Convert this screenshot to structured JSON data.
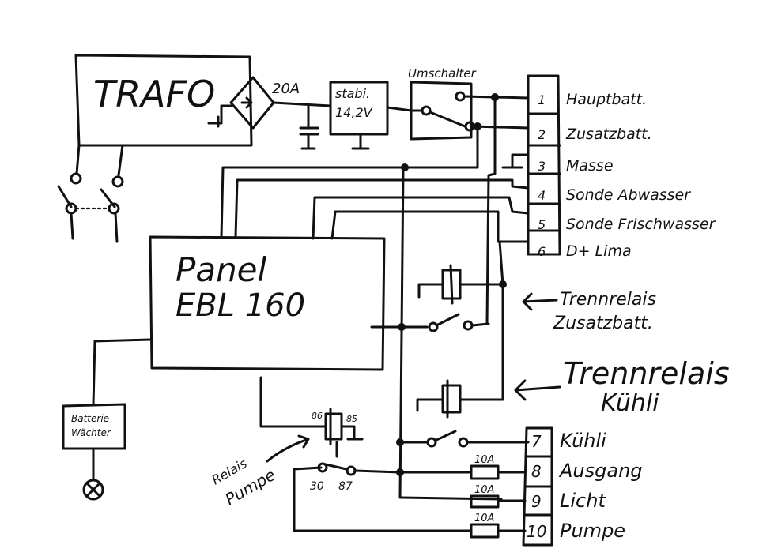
{
  "blocks": {
    "trafo": "TRAFO",
    "stabi_line1": "stabi.",
    "stabi_line2": "14,2V",
    "umschalter": "Umschalter",
    "panel_line1": "Panel",
    "panel_line2": "EBL 160",
    "batterie_line1": "Batterie",
    "batterie_line2": "Wächter"
  },
  "fuse_rectifier": "20A",
  "terminals_top": [
    {
      "num": "1",
      "label": "Hauptbatt."
    },
    {
      "num": "2",
      "label": "Zusatzbatt."
    },
    {
      "num": "3",
      "label": "Masse"
    },
    {
      "num": "4",
      "label": "Sonde Abwasser"
    },
    {
      "num": "5",
      "label": "Sonde Frischwasser"
    },
    {
      "num": "6",
      "label": "D+ Lima"
    }
  ],
  "terminals_bottom": [
    {
      "num": "7",
      "label": "Kühli",
      "fuse": ""
    },
    {
      "num": "8",
      "label": "Ausgang",
      "fuse": "10A"
    },
    {
      "num": "9",
      "label": "Licht",
      "fuse": "10A"
    },
    {
      "num": "10",
      "label": "Pumpe",
      "fuse": "10A"
    }
  ],
  "relay_pumpe": {
    "pin86": "86",
    "pin85": "85",
    "pin30": "30",
    "pin87": "87",
    "label_line1": "Relais",
    "label_line2": "Pumpe"
  },
  "annotations": {
    "trennrelais_zusatz_line1": "Trennrelais",
    "trennrelais_zusatz_line2": "Zusatzbatt.",
    "trennrelais_kuehl_line1": "Trennrelais",
    "trennrelais_kuehl_line2": "Kühli"
  }
}
